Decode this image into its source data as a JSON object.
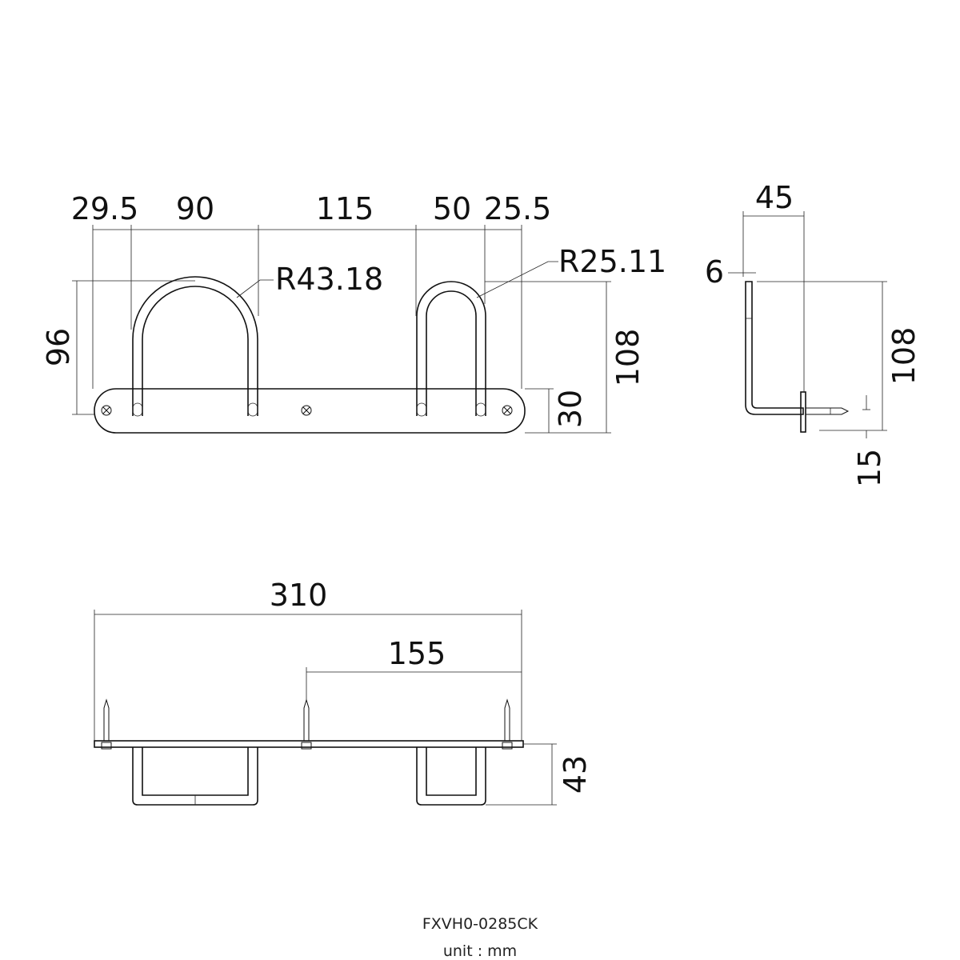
{
  "front_view": {
    "dims": {
      "d1": "29.5",
      "d2": "90",
      "d3": "115",
      "d4": "50",
      "d5": "25.5",
      "radius_large": "R43.18",
      "radius_small": "R25.11",
      "height_left": "96",
      "height_right": "108",
      "plate_height": "30"
    }
  },
  "side_view": {
    "dims": {
      "depth": "45",
      "thickness": "6",
      "height": "108",
      "offset": "15"
    }
  },
  "top_view": {
    "dims": {
      "total": "310",
      "half": "155",
      "projection": "43"
    }
  },
  "footer": {
    "model": "FXVH0-0285CK",
    "unit": "unit : mm"
  }
}
